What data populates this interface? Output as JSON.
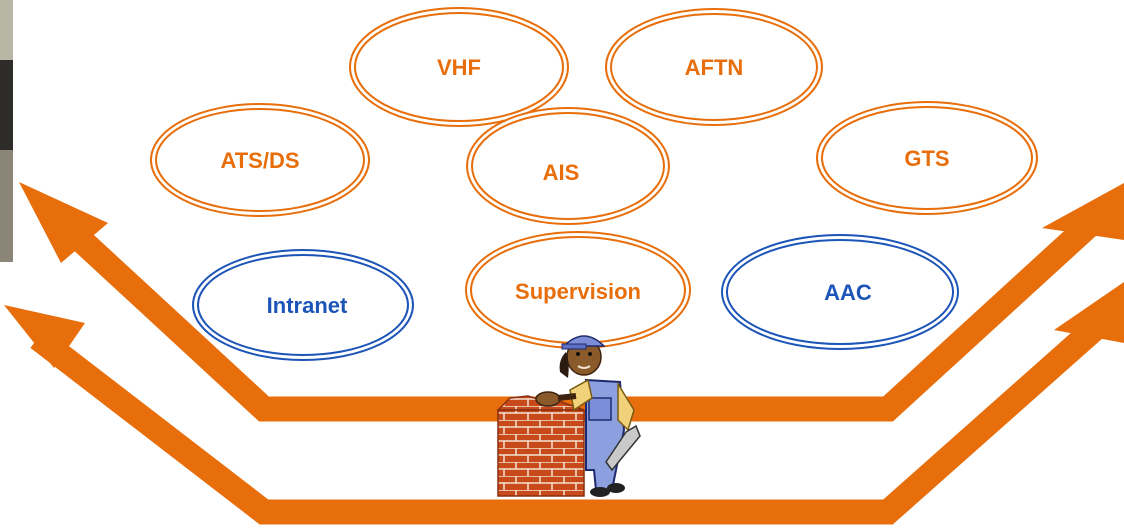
{
  "colors": {
    "orange": "#E86E0B",
    "blue": "#1C54B8",
    "background": "#FFFFFF"
  },
  "nodes": {
    "vhf": "VHF",
    "aftn": "AFTN",
    "ats_ds": "ATS/DS",
    "ais": "AIS",
    "gts": "GTS",
    "intranet": "Intranet",
    "supervision": "Supervision",
    "aac": "AAC"
  },
  "figure": {
    "icon": "bricklayer-worker-clipart",
    "photo_fragment": "cropped-photo-left-edge"
  }
}
